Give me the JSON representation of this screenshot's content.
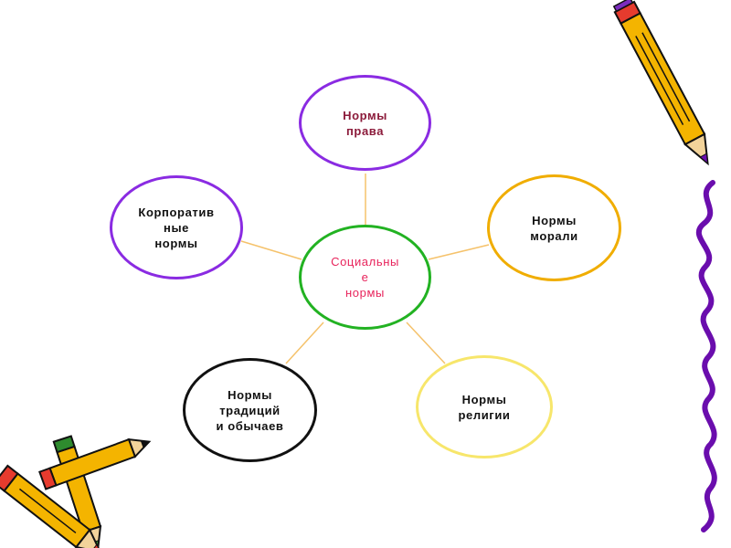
{
  "diagram": {
    "center": {
      "label": "Социальны\nе\n нормы",
      "border": "#22b222",
      "text_color": "#e8245c"
    },
    "nodes": [
      {
        "id": "law",
        "label": "Нормы\nправа",
        "border": "#8a2be2",
        "text_color": "#8b1a3a"
      },
      {
        "id": "morals",
        "label": "Нормы\nморали",
        "border": "#f0ad00",
        "text_color": "#111111"
      },
      {
        "id": "religion",
        "label": "Нормы\nрелигии",
        "border": "#f7e66b",
        "text_color": "#111111"
      },
      {
        "id": "traditions",
        "label": "Нормы\nтрадиций\nи обычаев",
        "border": "#111111",
        "text_color": "#111111"
      },
      {
        "id": "corporate",
        "label": "Корпоратив\nные\n нормы",
        "border": "#8a2be2",
        "text_color": "#111111"
      }
    ],
    "edge_color": "#f5c26b"
  },
  "decorations": {
    "pencil_color": "#f4b400",
    "wave_color": "#6a0dad"
  }
}
